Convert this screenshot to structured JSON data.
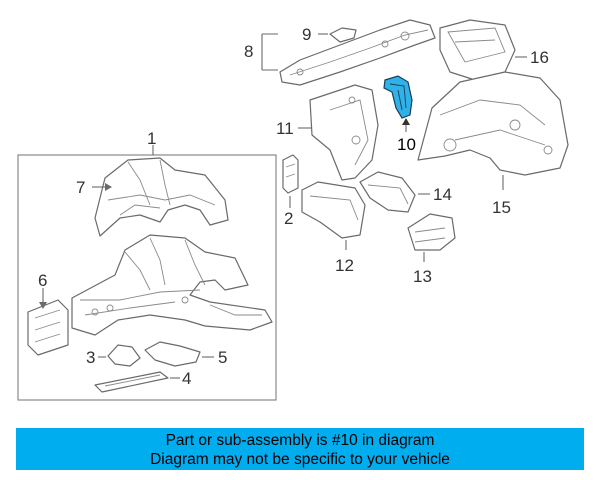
{
  "diagram": {
    "callouts": {
      "c1": "1",
      "c2": "2",
      "c3": "3",
      "c4": "4",
      "c5": "5",
      "c6": "6",
      "c7": "7",
      "c8": "8",
      "c9": "9",
      "c10": "10",
      "c11": "11",
      "c12": "12",
      "c13": "13",
      "c14": "14",
      "c15": "15",
      "c16": "16"
    },
    "highlight_part": "10",
    "colors": {
      "highlight": "#2fb2e8",
      "banner": "#00adef",
      "line": "#6a6a6a"
    }
  },
  "banner": {
    "line1": "Part or sub-assembly is #10 in diagram",
    "line2": "Diagram may not be specific to your vehicle"
  }
}
